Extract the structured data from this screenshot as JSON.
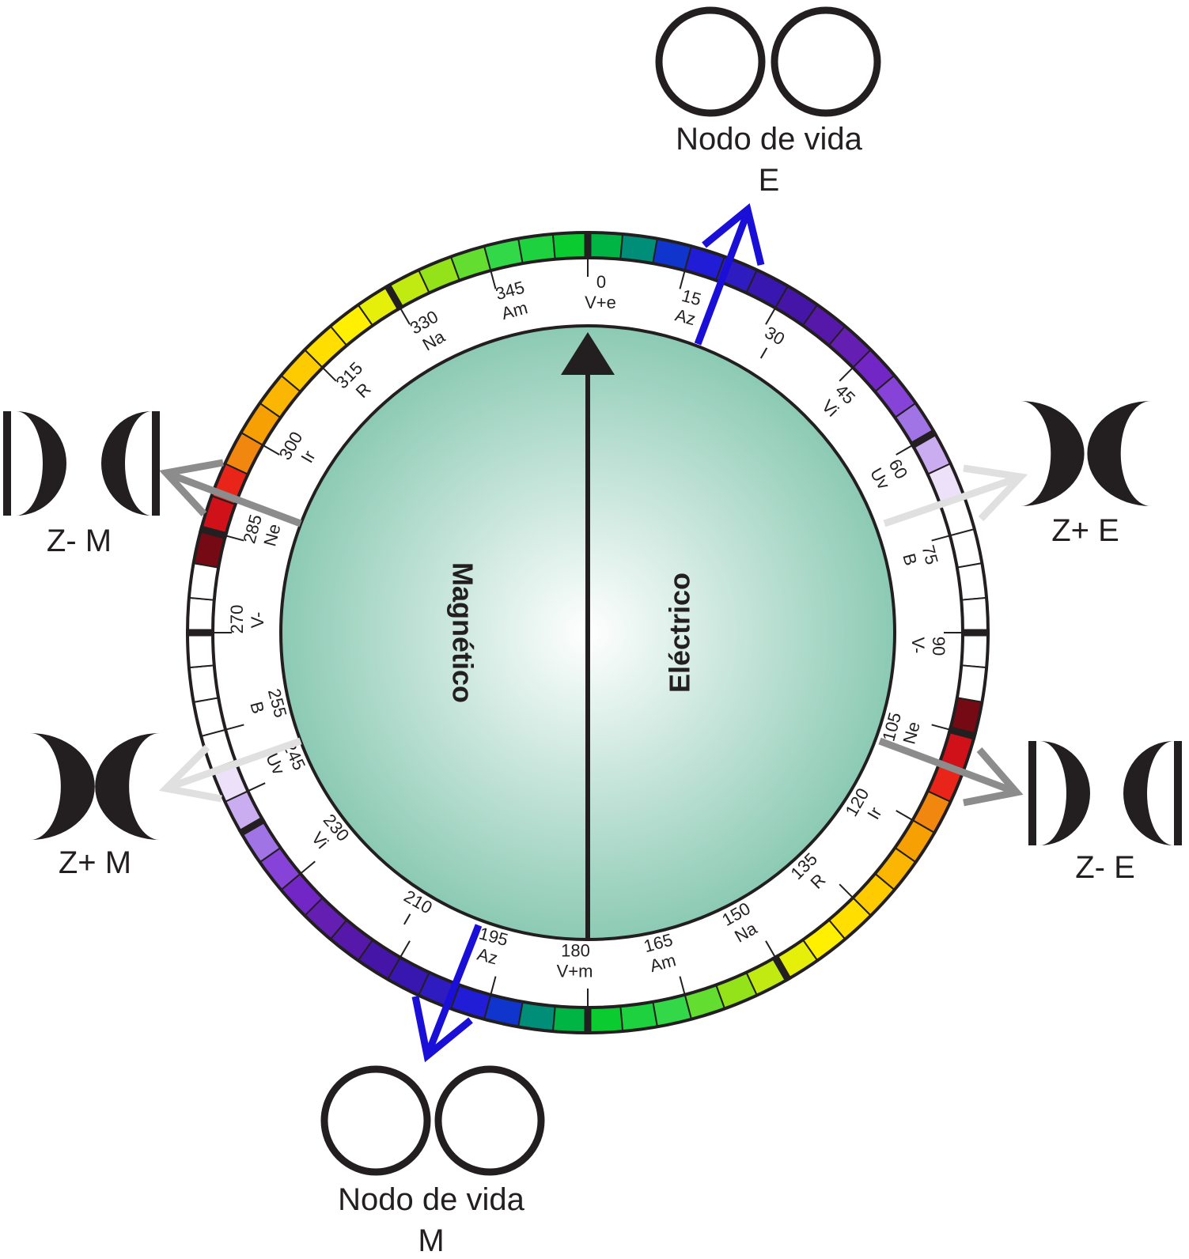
{
  "hemispheres": {
    "left": "Magnético",
    "right": "Eléctrico"
  },
  "nodes": {
    "top": {
      "line1": "Nodo de vida",
      "line2": "E"
    },
    "bottom": {
      "line1": "Nodo de vida",
      "line2": "M"
    }
  },
  "side_labels": {
    "z_minus_m": "Z- M",
    "z_plus_e": "Z+ E",
    "z_plus_m": "Z+ M",
    "z_minus_e": "Z- E"
  },
  "scale": [
    {
      "deg": "0",
      "abbr": "V+e"
    },
    {
      "deg": "15",
      "abbr": "Az"
    },
    {
      "deg": "30",
      "abbr": "I"
    },
    {
      "deg": "45",
      "abbr": "Vi"
    },
    {
      "deg": "60",
      "abbr": "Uv"
    },
    {
      "deg": "75",
      "abbr": "B"
    },
    {
      "deg": "90",
      "abbr": "V-"
    },
    {
      "deg": "105",
      "abbr": "Ne"
    },
    {
      "deg": "120",
      "abbr": "Ir"
    },
    {
      "deg": "135",
      "abbr": "R"
    },
    {
      "deg": "150",
      "abbr": "Na"
    },
    {
      "deg": "165",
      "abbr": "Am"
    },
    {
      "deg": "180",
      "abbr": "V+m"
    },
    {
      "deg": "195",
      "abbr": "Az"
    },
    {
      "deg": "210",
      "abbr": "I"
    },
    {
      "deg": "230",
      "abbr": "Vi"
    },
    {
      "deg": "245",
      "abbr": "Uv"
    },
    {
      "deg": "255",
      "abbr": "B"
    },
    {
      "deg": "270",
      "abbr": "V-"
    },
    {
      "deg": "285",
      "abbr": "Ne"
    },
    {
      "deg": "300",
      "abbr": "Ir"
    },
    {
      "deg": "315",
      "abbr": "R"
    },
    {
      "deg": "330",
      "abbr": "Na"
    },
    {
      "deg": "345",
      "abbr": "Am"
    }
  ],
  "colors": {
    "sphere_center": "#ffffff",
    "sphere_edge": "#8ccab4",
    "life_node_arrow": "#1a0fd6",
    "dark_gray_arrow": "#8c8c8c",
    "light_gray_arrow": "#e0e0e0",
    "outline": "#231f20"
  }
}
